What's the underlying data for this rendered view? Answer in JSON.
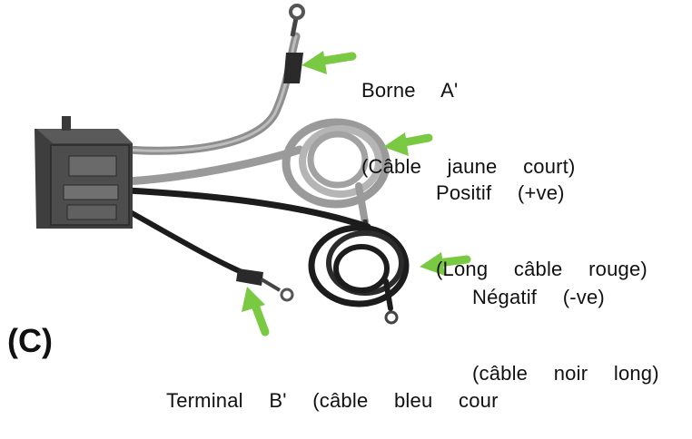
{
  "figure_letter": "(C)",
  "labels": {
    "borne": {
      "line1": "Borne  A'",
      "line2": "(Câble  jaune  court)"
    },
    "positif": {
      "line1": "Positif  (+ve)",
      "line2": "(Long  câble  rouge)"
    },
    "negatif": {
      "line1": "Négatif  (-ve)",
      "line2": "(câble  noir  long)"
    },
    "terminal": {
      "line1": "Terminal  B'  (câble  bleu  cour"
    }
  },
  "colors": {
    "arrow": "#7ac943",
    "box": "#4a4a4a",
    "grey_cable": "#9a9a9a",
    "black_cable": "#1c1c1c"
  }
}
